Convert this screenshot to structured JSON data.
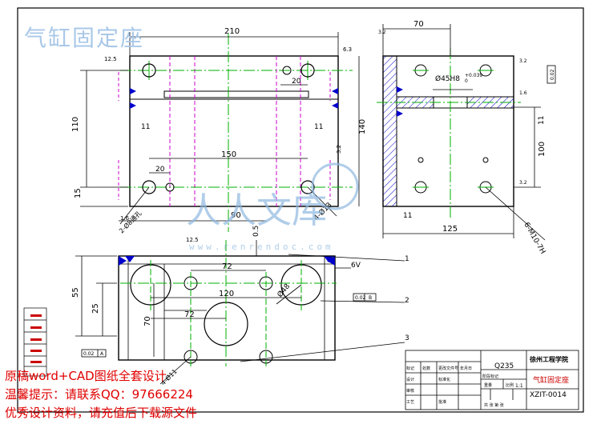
{
  "drawing": {
    "title": "气缸固定座",
    "material": "Q235",
    "school": "徐州工程学院",
    "part_name": "气缸固定座",
    "drawing_no": "XZIT-0014",
    "scale": "1:1"
  },
  "dimensions": {
    "top_width": "210",
    "side_width": "70",
    "bore_spacing": "150",
    "height_110": "110",
    "height_140": "140",
    "height_15": "15",
    "width_11a": "11",
    "width_11b": "11",
    "width_11c": "11",
    "width_11d": "11",
    "width_20a": "20",
    "width_20b": "20",
    "hole_phi45": "Ø45H8",
    "tol_upper": "+0.039",
    "tol_lower": "0",
    "height_100": "100",
    "side_125": "125",
    "thread_hole": "6-M10-7H",
    "hole_phi13": "4-Ø13",
    "chamfer_note": "2-Ø8通孔",
    "dim_90": "90",
    "dim_05": "0.5",
    "dim_72a": "72",
    "dim_120": "120",
    "dim_72b": "72",
    "dim_55": "55",
    "dim_25": "25",
    "dim_70": "70",
    "phi48": "Ø48",
    "phi11": "4-Ø11",
    "roughness_a": "6.3",
    "roughness_b": "3.2",
    "roughness_c": "1.6",
    "roughness_d": "12.5",
    "roughness_e": "6V",
    "tol_frame1": "0.02",
    "tol_frame1_ref": "B",
    "tol_frame2": "0.02",
    "tol_frame2_ref": "A",
    "label_1": "1",
    "label_2": "2",
    "label_3": "3",
    "datum_b": "B",
    "datum_a": "A"
  },
  "watermark": {
    "logo_text": "人人文库",
    "site": "www.renrendoc.com"
  },
  "ad_lines": {
    "line1": "原稿word+CAD图纸全套设计",
    "line2": "温馨提示：请联系QQ：97666224",
    "line3": "优秀设计资料，请充值后下载源文件"
  },
  "title_block": {
    "c1": "标记",
    "c2": "处数",
    "c3": "分区",
    "c4": "更改文件号",
    "c5": "签名",
    "c6": "年月日",
    "design": "设计",
    "std": "标准化",
    "review": "审核",
    "craft": "工艺",
    "approve": "批准",
    "stage": "阶段标记",
    "weight": "重量",
    "ratio": "比例",
    "sheet": "共 张 第 张"
  },
  "colors": {
    "outline": "#000000",
    "center": "#00b000",
    "dim": "#cc0000",
    "hidden": "#cc00cc",
    "blue": "#0000cc",
    "hatch": "#0000cc",
    "watermark": "#a9c8e8"
  }
}
